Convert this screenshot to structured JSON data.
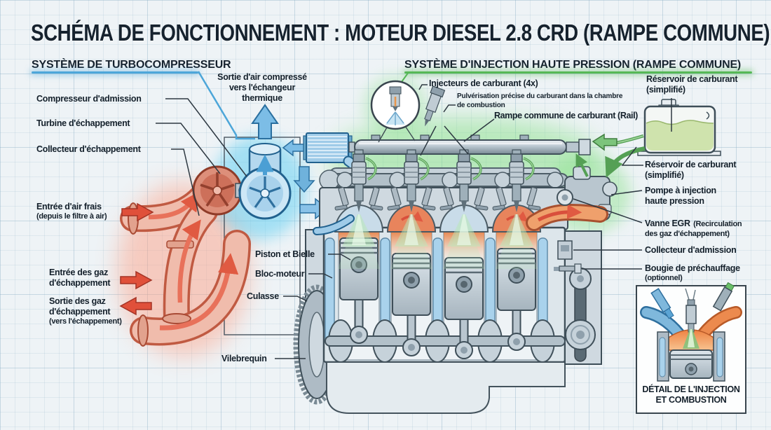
{
  "title": "SCHÉMA DE FONCTIONNEMENT : MOTEUR DIESEL 2.8 CRD (RAMPE COMMUNE)",
  "sections": {
    "turbo": {
      "title": "SYSTÈME DE TURBOCOMPRESSEUR",
      "accent_color": "#4da6d9"
    },
    "injection": {
      "title": "SYSTÈME D'INJECTION HAUTE PRESSION (RAMPE COMMUNE)",
      "accent_color": "#56b856"
    }
  },
  "turbo_labels": {
    "compresseur": "Compresseur d'admission",
    "turbine": "Turbine d'échappement",
    "collecteur": "Collecteur d'échappement",
    "sortie_air": "Sortie d'air compressé\nvers l'échangeur\nthermique",
    "entree_air": "Entrée d'air frais",
    "entree_air_sub": "(depuis le filtre à air)",
    "entree_gaz": "Entrée des gaz\nd'échappement",
    "sortie_gaz": "Sortie des gaz\nd'échappement",
    "sortie_gaz_sub": "(vers l'échappement)"
  },
  "injection_labels": {
    "injecteurs": "Injecteurs de carburant (4x)",
    "pulverisation": "Pulvérisation précise du carburant dans la chambre\nde combustion",
    "rampe": "Rampe commune de carburant (Rail)",
    "reservoir_haut": "Réservoir de carburant\n(simplifié)",
    "reservoir_bas": "Réservoir de carburant\n(simplifié)",
    "pompe": "Pompe à injection\nhaute pression",
    "vanne_egr": "Vanne EGR",
    "vanne_egr_sub1": "(Recirculation",
    "vanne_egr_sub2": "des gaz d'échappement)",
    "collecteur_admission": "Collecteur d'admission",
    "bougie": "Bougie de préchauffage",
    "bougie_sub": "(optionnel)"
  },
  "engine_labels": {
    "piston": "Piston et Bielle",
    "bloc": "Bloc-moteur",
    "culasse": "Culasse",
    "vilebrequin": "Vilebrequin"
  },
  "inset": {
    "caption": "DÉTAIL DE L'INJECTION\nET COMBUSTION"
  },
  "colors": {
    "background": "#eef3f6",
    "text": "#14202b",
    "turbo_accent": "#4da6d9",
    "injection_accent": "#56b856",
    "exhaust_red": "#e8715a",
    "intake_blue": "#4b9fd4",
    "fuel_green": "#55a055",
    "metal_gray": "#c0ccd4"
  }
}
